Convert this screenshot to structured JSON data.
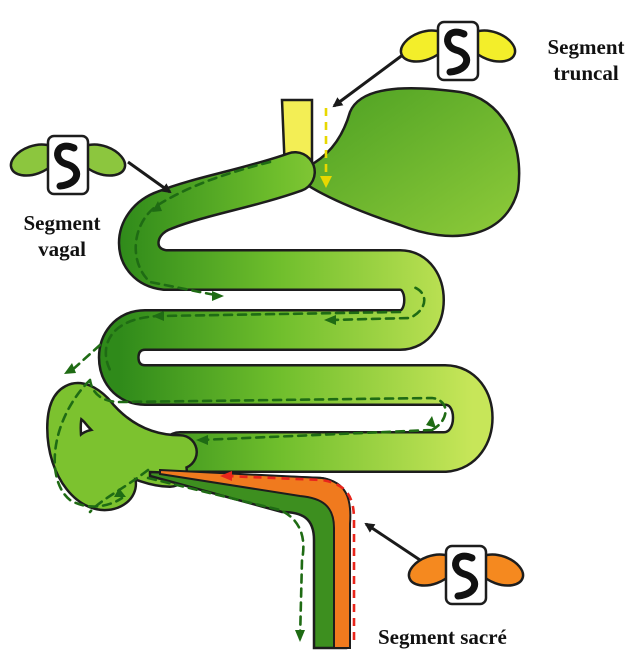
{
  "labels": {
    "truncal": {
      "line1": "Segment",
      "line2": "truncal"
    },
    "vagal": {
      "line1": "Segment",
      "line2": "vagal"
    },
    "sacre": {
      "line1": "Segment sacré"
    }
  },
  "colors": {
    "gut_dark": "#2f8a1a",
    "gut_light": "#bde24f",
    "gut_outline": "#1d1d1d",
    "truncal_segment": "#f3ee55",
    "sacral_segment": "#f07a1e",
    "vagal_path": "#1f6b14",
    "truncal_path": "#e8d800",
    "sacral_path": "#e8261c",
    "arrow": "#1a1a1a"
  },
  "icons": {
    "truncal": {
      "name": "head-icon",
      "ear_color": "#f3ee2a"
    },
    "vagal": {
      "name": "head-icon",
      "ear_color": "#8cc63e"
    },
    "sacre": {
      "name": "head-icon",
      "ear_color": "#f5891f"
    }
  }
}
